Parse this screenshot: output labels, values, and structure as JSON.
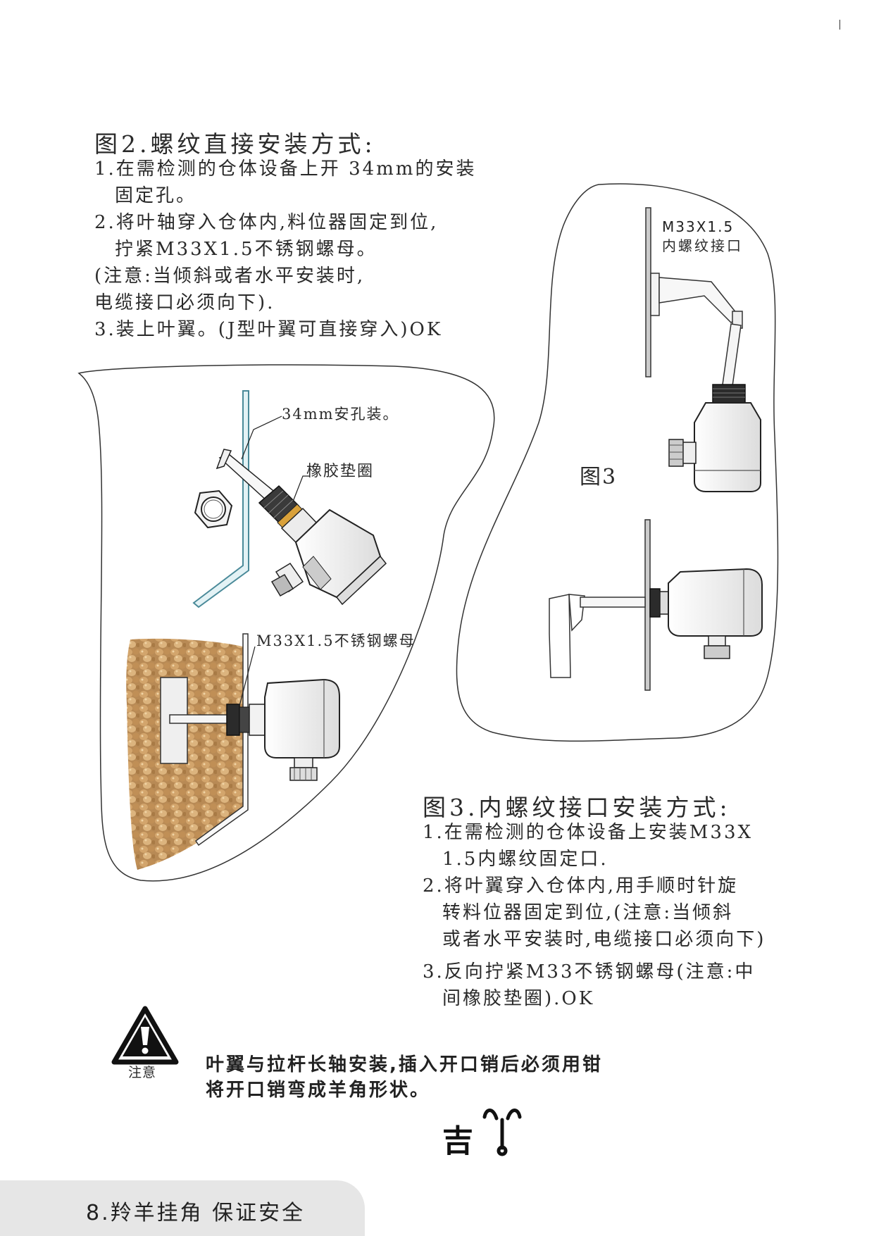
{
  "fig2": {
    "heading": "图2.螺纹直接安装方式:",
    "lines": [
      "1.在需检测的仓体设备上开 34mm的安装",
      "固定孔。",
      "2.将叶轴穿入仓体内,料位器固定到位,",
      "拧紧M33X1.5不锈钢螺母。",
      "(注意:当倾斜或者水平安装时,",
      "电缆接口必须向下).",
      "3.装上叶翼。(J型叶翼可直接穿入)OK"
    ],
    "callout_hole": "34mm安孔装。",
    "callout_gasket": "橡胶垫圈",
    "callout_nut": "M33X1.5不锈钢螺母"
  },
  "fig3": {
    "caption": "图3",
    "callout_thread_1": "M33X1.5",
    "callout_thread_2": "内螺纹接口",
    "heading": "图3.内螺纹接口安装方式:",
    "lines": [
      "1.在需检测的仓体设备上安装M33X",
      "1.5内螺纹固定口.",
      "2.将叶翼穿入仓体内,用手顺时针旋",
      "转料位器固定到位,(注意:当倾斜",
      "或者水平安装时,电缆接口必须向下)",
      "3.反向拧紧M33不锈钢螺母(注意:中",
      "间橡胶垫圈).OK"
    ]
  },
  "warning": {
    "icon_label": "注意",
    "lines": [
      "叶翼与拉杆长轴安装,插入开口销后必须用钳",
      "将开口销弯成羊角形状。"
    ]
  },
  "logo_char": "吉",
  "footer": {
    "text": "8.羚羊挂角  保证安全"
  }
}
